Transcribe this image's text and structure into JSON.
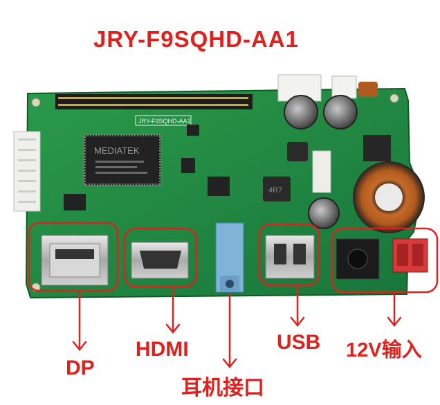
{
  "title": "JRY-F9SQHD-AA1",
  "board": {
    "silkscreen_model": "JRY-F9SQHD-AA1",
    "chip_brand": "MEDIATEK",
    "inductor_mark": "4R7"
  },
  "labels": {
    "dp": "DP",
    "hdmi": "HDMI",
    "usb": "USB",
    "power": "12V输入",
    "earphone": "耳机接口"
  },
  "colors": {
    "accent": "#e0201c",
    "pcb": "#1f8a3c",
    "pcb_dark": "#14632a"
  }
}
